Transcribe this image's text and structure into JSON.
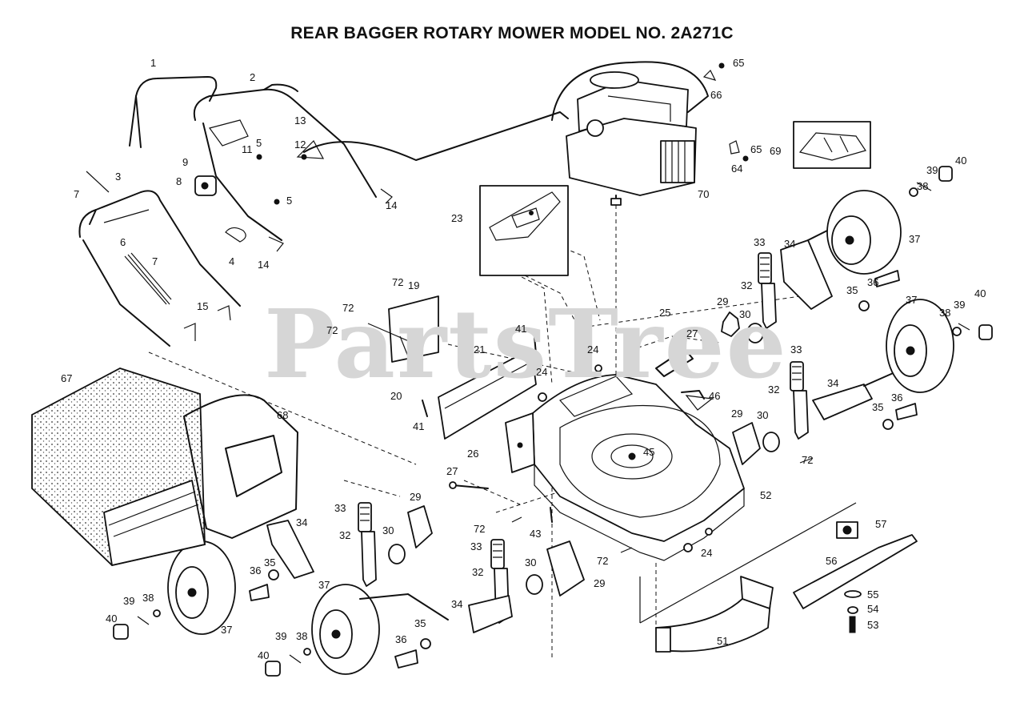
{
  "diagram": {
    "title": "REAR BAGGER ROTARY MOWER MODEL NO. 2A271C",
    "watermark": "PartsTree",
    "callouts": [
      {
        "id": "c1",
        "text": "1"
      },
      {
        "id": "c2",
        "text": "2"
      },
      {
        "id": "c3",
        "text": "3"
      },
      {
        "id": "c4",
        "text": "4"
      },
      {
        "id": "c5a",
        "text": "5"
      },
      {
        "id": "c5b",
        "text": "5"
      },
      {
        "id": "c6",
        "text": "6"
      },
      {
        "id": "c7a",
        "text": "7"
      },
      {
        "id": "c7b",
        "text": "7"
      },
      {
        "id": "c8",
        "text": "8"
      },
      {
        "id": "c9",
        "text": "9"
      },
      {
        "id": "c11",
        "text": "11"
      },
      {
        "id": "c12",
        "text": "12"
      },
      {
        "id": "c13",
        "text": "13"
      },
      {
        "id": "c14a",
        "text": "14"
      },
      {
        "id": "c14b",
        "text": "14"
      },
      {
        "id": "c15",
        "text": "15"
      },
      {
        "id": "c19",
        "text": "19"
      },
      {
        "id": "c20",
        "text": "20"
      },
      {
        "id": "c21",
        "text": "21"
      },
      {
        "id": "c23",
        "text": "23"
      },
      {
        "id": "c24a",
        "text": "24"
      },
      {
        "id": "c24b",
        "text": "24"
      },
      {
        "id": "c24c",
        "text": "24"
      },
      {
        "id": "c25",
        "text": "25"
      },
      {
        "id": "c26",
        "text": "26"
      },
      {
        "id": "c27a",
        "text": "27"
      },
      {
        "id": "c27b",
        "text": "27"
      },
      {
        "id": "c29a",
        "text": "29"
      },
      {
        "id": "c29b",
        "text": "29"
      },
      {
        "id": "c29c",
        "text": "29"
      },
      {
        "id": "c29d",
        "text": "29"
      },
      {
        "id": "c30a",
        "text": "30"
      },
      {
        "id": "c30b",
        "text": "30"
      },
      {
        "id": "c30c",
        "text": "30"
      },
      {
        "id": "c30d",
        "text": "30"
      },
      {
        "id": "c32a",
        "text": "32"
      },
      {
        "id": "c32b",
        "text": "32"
      },
      {
        "id": "c32c",
        "text": "32"
      },
      {
        "id": "c32d",
        "text": "32"
      },
      {
        "id": "c33a",
        "text": "33"
      },
      {
        "id": "c33b",
        "text": "33"
      },
      {
        "id": "c33c",
        "text": "33"
      },
      {
        "id": "c33d",
        "text": "33"
      },
      {
        "id": "c34a",
        "text": "34"
      },
      {
        "id": "c34b",
        "text": "34"
      },
      {
        "id": "c34c",
        "text": "34"
      },
      {
        "id": "c34d",
        "text": "34"
      },
      {
        "id": "c35a",
        "text": "35"
      },
      {
        "id": "c35b",
        "text": "35"
      },
      {
        "id": "c35c",
        "text": "35"
      },
      {
        "id": "c35d",
        "text": "35"
      },
      {
        "id": "c36a",
        "text": "36"
      },
      {
        "id": "c36b",
        "text": "36"
      },
      {
        "id": "c36c",
        "text": "36"
      },
      {
        "id": "c36d",
        "text": "36"
      },
      {
        "id": "c37a",
        "text": "37"
      },
      {
        "id": "c37b",
        "text": "37"
      },
      {
        "id": "c37c",
        "text": "37"
      },
      {
        "id": "c37d",
        "text": "37"
      },
      {
        "id": "c38a",
        "text": "38"
      },
      {
        "id": "c38b",
        "text": "38"
      },
      {
        "id": "c38c",
        "text": "38"
      },
      {
        "id": "c38d",
        "text": "38"
      },
      {
        "id": "c39a",
        "text": "39"
      },
      {
        "id": "c39b",
        "text": "39"
      },
      {
        "id": "c39c",
        "text": "39"
      },
      {
        "id": "c39d",
        "text": "39"
      },
      {
        "id": "c40a",
        "text": "40"
      },
      {
        "id": "c40b",
        "text": "40"
      },
      {
        "id": "c40c",
        "text": "40"
      },
      {
        "id": "c40d",
        "text": "40"
      },
      {
        "id": "c41a",
        "text": "41"
      },
      {
        "id": "c41b",
        "text": "41"
      },
      {
        "id": "c43",
        "text": "43"
      },
      {
        "id": "c45",
        "text": "45"
      },
      {
        "id": "c46",
        "text": "46"
      },
      {
        "id": "c51",
        "text": "51"
      },
      {
        "id": "c52",
        "text": "52"
      },
      {
        "id": "c53",
        "text": "53"
      },
      {
        "id": "c54",
        "text": "54"
      },
      {
        "id": "c55",
        "text": "55"
      },
      {
        "id": "c56",
        "text": "56"
      },
      {
        "id": "c57",
        "text": "57"
      },
      {
        "id": "c64",
        "text": "64"
      },
      {
        "id": "c65a",
        "text": "65"
      },
      {
        "id": "c65b",
        "text": "65"
      },
      {
        "id": "c66",
        "text": "66"
      },
      {
        "id": "c67",
        "text": "67"
      },
      {
        "id": "c68",
        "text": "68"
      },
      {
        "id": "c69",
        "text": "69"
      },
      {
        "id": "c70",
        "text": "70"
      },
      {
        "id": "c72a",
        "text": "72"
      },
      {
        "id": "c72b",
        "text": "72"
      },
      {
        "id": "c72c",
        "text": "72"
      },
      {
        "id": "c72d",
        "text": "72"
      },
      {
        "id": "c72e",
        "text": "72"
      },
      {
        "id": "c72f",
        "text": "72"
      }
    ]
  }
}
